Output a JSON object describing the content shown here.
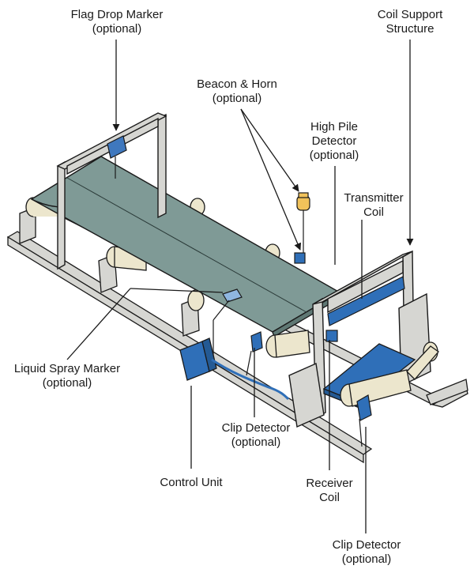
{
  "labels": {
    "flag_drop": {
      "line1": "Flag Drop Marker",
      "line2": "(optional)"
    },
    "coil_support": {
      "line1": "Coil Support",
      "line2": "Structure"
    },
    "beacon_horn": {
      "line1": "Beacon & Horn",
      "line2": "(optional)"
    },
    "high_pile": {
      "line1": "High Pile",
      "line2": "Detector",
      "line3": "(optional)"
    },
    "transmitter": {
      "line1": "Transmitter",
      "line2": "Coil"
    },
    "liquid_spray": {
      "line1": "Liquid Spray Marker",
      "line2": "(optional)"
    },
    "clip_detector_1": {
      "line1": "Clip Detector",
      "line2": "(optional)"
    },
    "control_unit": {
      "line1": "Control Unit"
    },
    "receiver": {
      "line1": "Receiver",
      "line2": "Coil"
    },
    "clip_detector_2": {
      "line1": "Clip Detector",
      "line2": "(optional)"
    }
  },
  "colors": {
    "belt": "#7f9a96",
    "frame": "#d6d6d2",
    "roller": "#ece6cd",
    "device_blue": "#2f6fb8",
    "outline": "#1a1a1a"
  }
}
